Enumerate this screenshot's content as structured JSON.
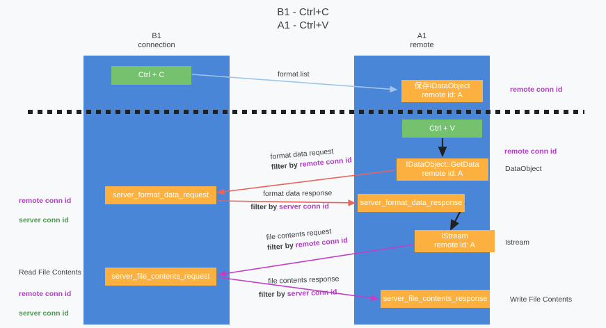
{
  "title": "B1 - Ctrl+C\nA1 - Ctrl+V",
  "lanes": [
    {
      "id": "b1",
      "label": "B1\nconnection",
      "color": "#4a86d8"
    },
    {
      "id": "a1",
      "label": "A1\nremote",
      "color": "#4a86d8"
    }
  ],
  "nodes": {
    "ctrl_c": {
      "label": "Ctrl + C",
      "color": "#74c16e"
    },
    "save_idataobject": {
      "label": "保存IDataObject\nremote id: A",
      "color": "#fbb040"
    },
    "ctrl_v": {
      "label": "Ctrl + V",
      "color": "#74c16e"
    },
    "getdata": {
      "label": "IDataObject::GetData\nremote id: A",
      "color": "#fbb040"
    },
    "server_format_data_request": {
      "label": "server_format_data_request",
      "color": "#fbb040"
    },
    "server_format_data_response": {
      "label": "server_format_data_response",
      "color": "#fbb040"
    },
    "istream": {
      "label": "IStream\nremote id: A",
      "color": "#fbb040"
    },
    "server_file_contents_request": {
      "label": "server_file_contents_request",
      "color": "#fbb040"
    },
    "server_file_contents_response": {
      "label": "server_file_contents_response",
      "color": "#fbb040"
    }
  },
  "edge_labels": {
    "format_list": "format list",
    "format_data_request": {
      "line1": "format data request",
      "line2_prefix": "filter by ",
      "line2_key": "remote conn id"
    },
    "format_data_response": {
      "line1": "format data response",
      "line2_prefix": "filter by ",
      "line2_key": "server conn id"
    },
    "file_contents_request": {
      "line1": "file contents request",
      "line2_prefix": "filter by ",
      "line2_key": "remote conn id"
    },
    "file_contents_response": {
      "line1": "file contents response",
      "line2_prefix": "filter by ",
      "line2_key": "server conn id"
    }
  },
  "annotations": {
    "remote_conn_id_top": "remote conn id",
    "remote_conn_id_mid": "remote conn id",
    "dataobject": "DataObject",
    "istream": "Istream",
    "write_file_contents": "Write File Contents",
    "read_file_contents": "Read File Contents",
    "left_ids_mid": {
      "line1": "remote conn id",
      "line2": "server conn id"
    },
    "left_ids_bottom": {
      "line1": "remote conn id",
      "line2": "server conn id"
    }
  },
  "colors": {
    "lane": "#4a86d8",
    "green_node": "#74c16e",
    "orange_node": "#fbb040",
    "purple_text": "#b23ec4",
    "green_text": "#46a04a",
    "arrow_blue": "#9fc5e8",
    "arrow_red": "#e8635c",
    "arrow_magenta": "#c43ec4",
    "arrow_black": "#202124",
    "background": "#f8f9fa"
  }
}
